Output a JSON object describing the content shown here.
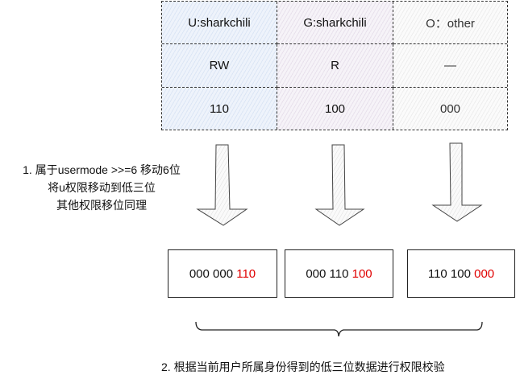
{
  "table": {
    "rows": [
      [
        "U:sharkchili",
        "G:sharkchili",
        "O：other"
      ],
      [
        "RW",
        "R",
        "—"
      ],
      [
        "110",
        "100",
        "000"
      ]
    ]
  },
  "note": {
    "lines": [
      "1. 属于usermode >>=6 移动6位",
      "将u权限移动到低三位",
      "其他权限移位同理"
    ]
  },
  "boxes": [
    {
      "prefix": "000 000 ",
      "highlight": "110"
    },
    {
      "prefix": "000 110 ",
      "highlight": "100"
    },
    {
      "prefix": "110 100 ",
      "highlight": "000"
    }
  ],
  "bottom_text": "2. 根据当前用户所属身份得到的低三位数据进行权限校验",
  "colors": {
    "highlight": "#e00000",
    "user_fill": "#dce6f5",
    "group_fill": "#e8e1ec"
  }
}
